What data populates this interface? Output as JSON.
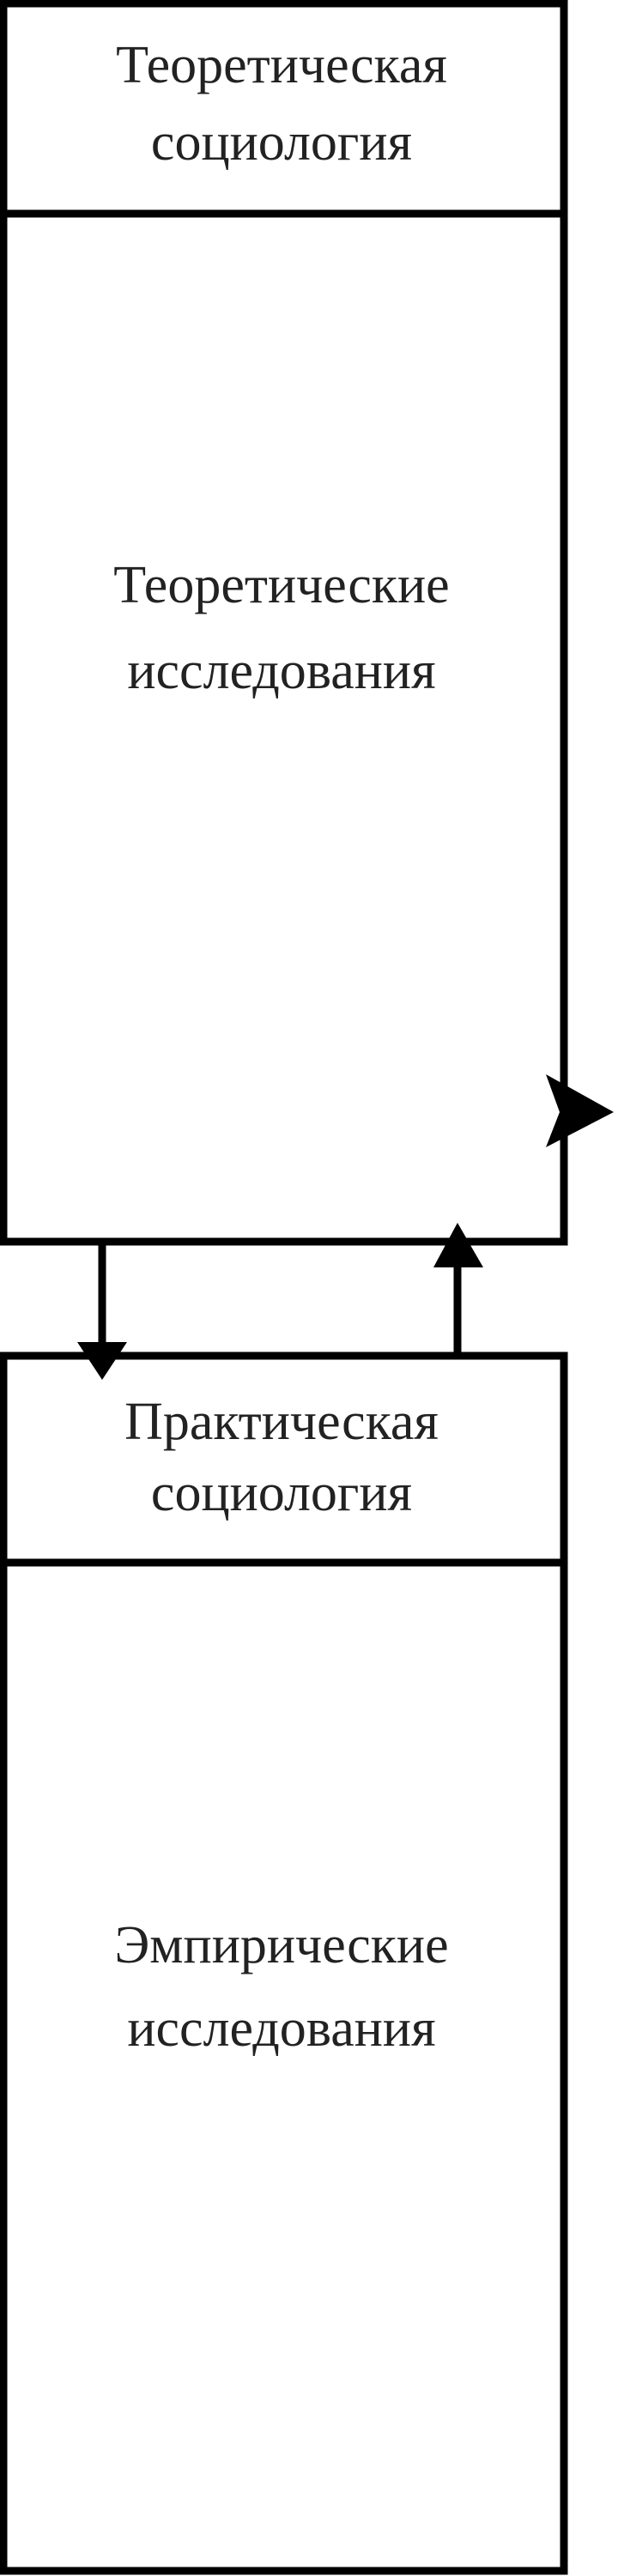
{
  "colors": {
    "line": "#000000",
    "text": "#222222",
    "background": "#ffffff"
  },
  "top_block": {
    "header": [
      "Теоретическая",
      "социология"
    ],
    "body": [
      "Теоретические",
      "исследования"
    ]
  },
  "bottom_block": {
    "header": [
      "Практическая",
      "социология"
    ],
    "body": [
      "Эмпирические",
      "исследования"
    ]
  },
  "connectors": [
    {
      "from": "top_block",
      "to": "bottom_block",
      "direction": "down",
      "icon": "arrow-down-icon"
    },
    {
      "from": "bottom_block",
      "to": "top_block",
      "direction": "up",
      "icon": "arrow-up-icon"
    },
    {
      "from": "top_block",
      "to": "outside",
      "direction": "right",
      "icon": "arrow-right-icon"
    }
  ]
}
